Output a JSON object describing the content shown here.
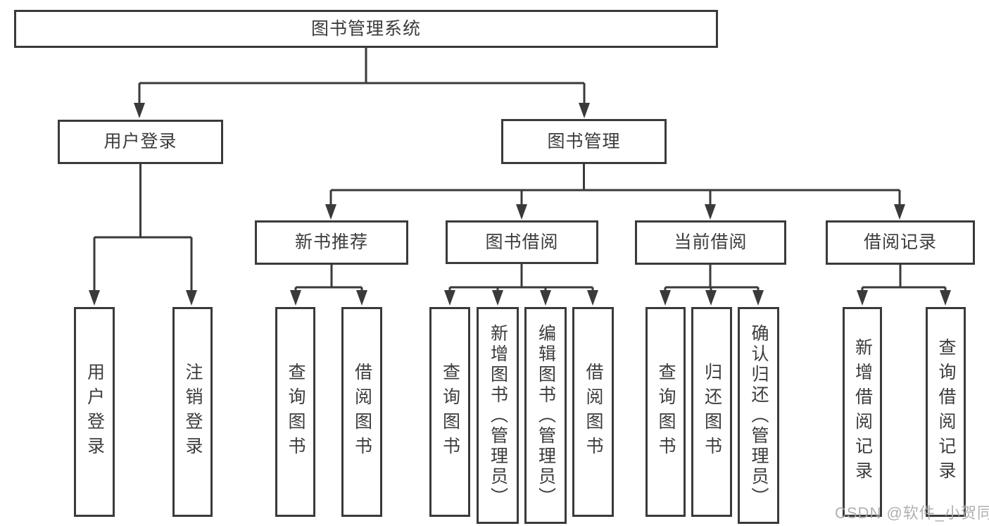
{
  "nodes": {
    "root": "图书管理系统",
    "user_login": "用户登录",
    "book_management": "图书管理",
    "new_book_recommend": "新书推荐",
    "book_borrowing": "图书借阅",
    "current_borrowing": "当前借阅",
    "borrowing_records": "借阅记录",
    "leaves": {
      "user_login_1": "用户登录",
      "user_login_2": "注销登录",
      "new_books_1": "查询图书",
      "new_books_2": "借阅图书",
      "borrowing_1": "查询图书",
      "borrowing_2": "新增图书（管理员）",
      "borrowing_3": "编辑图书（管理员）",
      "borrowing_4": "借阅图书",
      "current_1": "查询图书",
      "current_2": "归还图书",
      "current_3": "确认归还（管理员）",
      "records_1": "新增借阅记录",
      "records_2": "查询借阅记录"
    }
  },
  "watermark": "CSDN @软件_小贺同学",
  "colors": {
    "line": "#3a3a3a",
    "box_border": "#3a3a3a",
    "text": "#3c3c3c",
    "watermark": "#a8a8a8",
    "background": "#ffffff"
  }
}
